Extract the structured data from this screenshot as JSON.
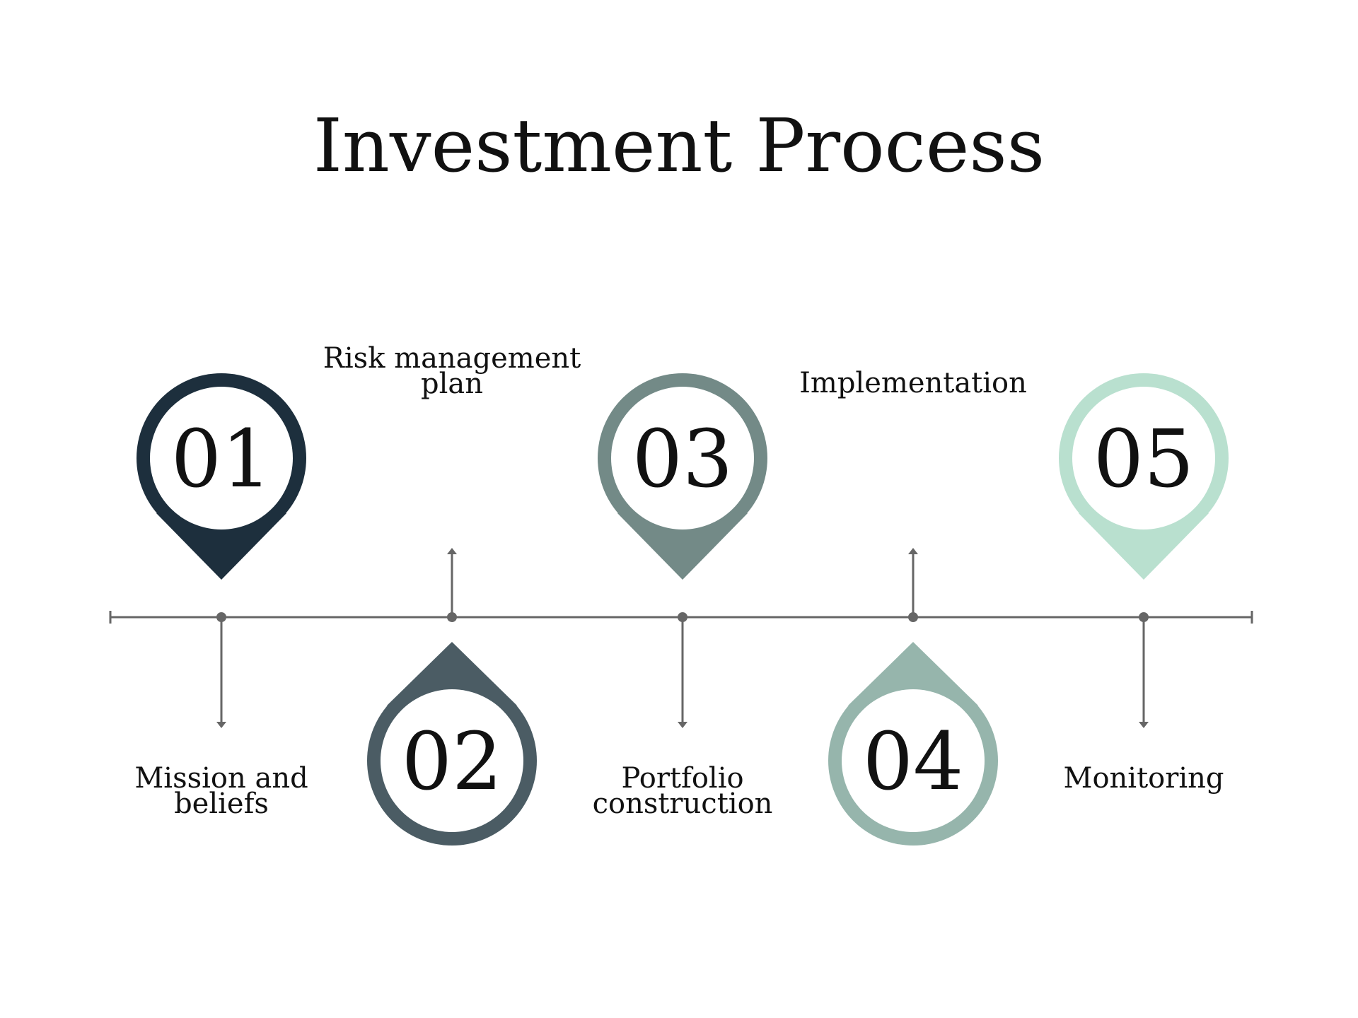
{
  "title": "Investment Process",
  "colors": {
    "background": "#ffffff",
    "text": "#111111",
    "timeline": "#666666"
  },
  "steps": [
    {
      "number": "01",
      "label_lines": [
        "Mission and",
        "beliefs"
      ],
      "color": "#1d2f3d",
      "pin": "up",
      "label_side": "bottom"
    },
    {
      "number": "02",
      "label_lines": [
        "Risk management",
        "plan"
      ],
      "color": "#4b5c64",
      "pin": "down",
      "label_side": "top"
    },
    {
      "number": "03",
      "label_lines": [
        "Portfolio",
        "construction"
      ],
      "color": "#738a87",
      "pin": "up",
      "label_side": "bottom"
    },
    {
      "number": "04",
      "label_lines": [
        "Implementation"
      ],
      "color": "#96b5ac",
      "pin": "down",
      "label_side": "top"
    },
    {
      "number": "05",
      "label_lines": [
        "Monitoring"
      ],
      "color": "#b9e0cf",
      "pin": "up",
      "label_side": "bottom"
    }
  ]
}
